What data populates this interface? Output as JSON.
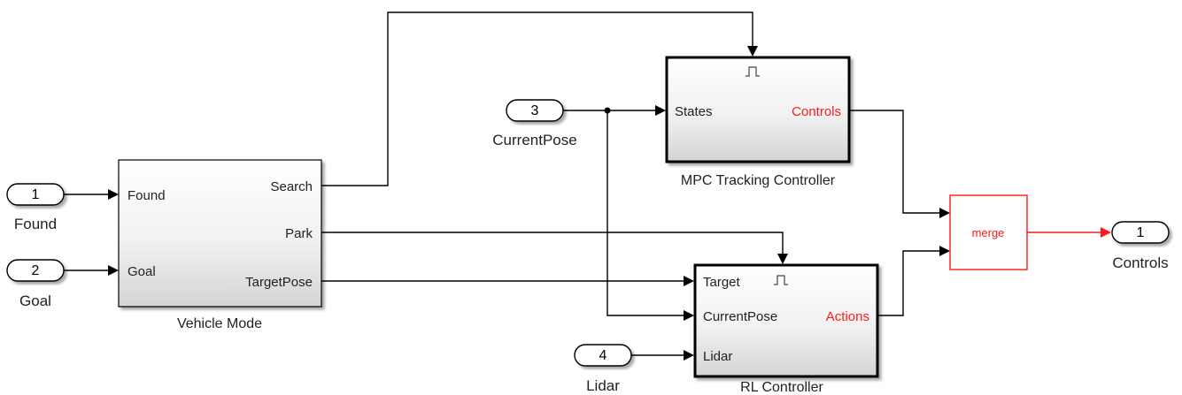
{
  "inports": {
    "found": {
      "number": "1",
      "label": "Found"
    },
    "goal": {
      "number": "2",
      "label": "Goal"
    },
    "current_pose": {
      "number": "3",
      "label": "CurrentPose"
    },
    "lidar": {
      "number": "4",
      "label": "Lidar"
    }
  },
  "outports": {
    "controls": {
      "number": "1",
      "label": "Controls"
    }
  },
  "blocks": {
    "vehicle_mode": {
      "name": "Vehicle Mode",
      "inputs": [
        "Found",
        "Goal"
      ],
      "outputs": [
        "Search",
        "Park",
        "TargetPose"
      ]
    },
    "mpc": {
      "name": "MPC Tracking Controller",
      "inputs": [
        "States"
      ],
      "outputs": [
        "Controls"
      ],
      "trigger_symbol": "⎍"
    },
    "rl": {
      "name": "RL Controller",
      "inputs": [
        "Target",
        "CurrentPose",
        "Lidar"
      ],
      "outputs": [
        "Actions"
      ],
      "trigger_symbol": "⎍"
    },
    "merge": {
      "name": "merge"
    }
  },
  "colors": {
    "highlight": "#ff1a1a",
    "wire": "#000000",
    "block_border": "#000000"
  }
}
